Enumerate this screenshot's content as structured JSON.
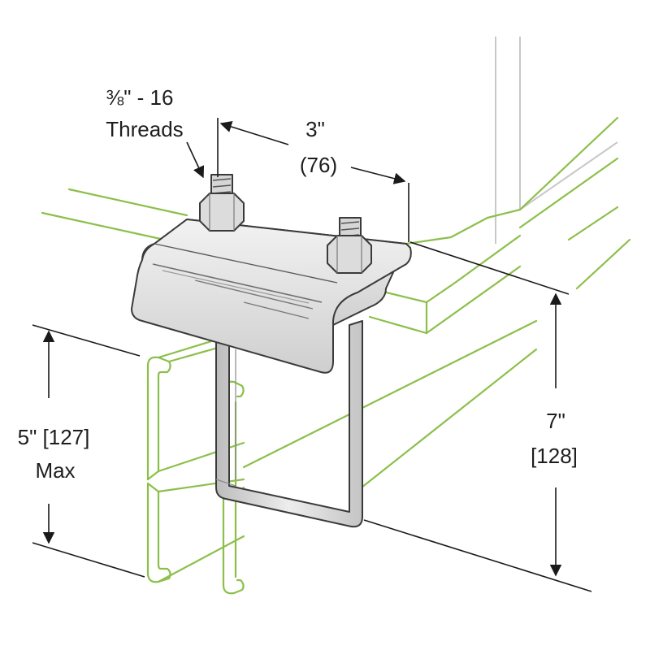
{
  "labels": {
    "thread_size": "⅜\" - 16",
    "thread_word": "Threads",
    "width_in": "3\"",
    "width_mm": "(76)",
    "depth_in": "5\" [127]",
    "depth_word": "Max",
    "height_in": "7\"",
    "height_mm": "[128]"
  },
  "colors": {
    "beam_outline": "#8cbf4a",
    "channel_outline": "#8cbf4a",
    "clamp_fill": "#e8e8e8",
    "dimension_line": "#1a1a1a"
  }
}
